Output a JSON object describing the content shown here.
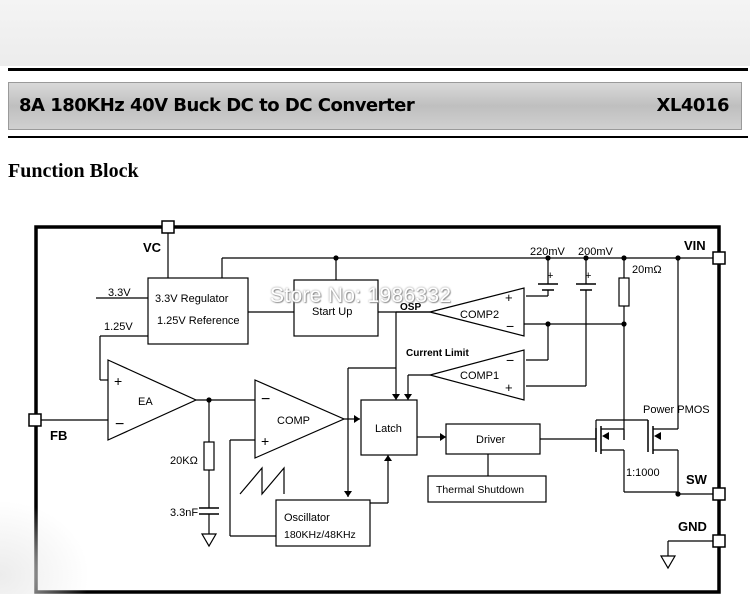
{
  "header": {
    "title": "8A 180KHz 40V Buck DC to DC Converter",
    "part_number": "XL4016"
  },
  "section_title": "Function Block",
  "pins": {
    "vc": "VC",
    "vin": "VIN",
    "fb": "FB",
    "sw": "SW",
    "gnd": "GND"
  },
  "blocks": {
    "regulator_line1": "3.3V Regulator",
    "regulator_line2": "1.25V Reference",
    "startup": "Start Up",
    "ea": "EA",
    "comp": "COMP",
    "comp1": "COMP1",
    "comp2": "COMP2",
    "latch": "Latch",
    "driver": "Driver",
    "thermal": "Thermal Shutdown",
    "oscillator_line1": "Oscillator",
    "oscillator_line2": "180KHz/48KHz"
  },
  "labels": {
    "v33": "3.3V",
    "v125": "1.25V",
    "v220m": "220mV",
    "v200m": "200mV",
    "r20m": "20mΩ",
    "osp": "OSP",
    "current_limit": "Current Limit",
    "power_pmos": "Power PMOS",
    "ratio": "1:1000",
    "r20k": "20KΩ",
    "c33n": "3.3nF"
  },
  "watermark": "Store No: 1986332"
}
